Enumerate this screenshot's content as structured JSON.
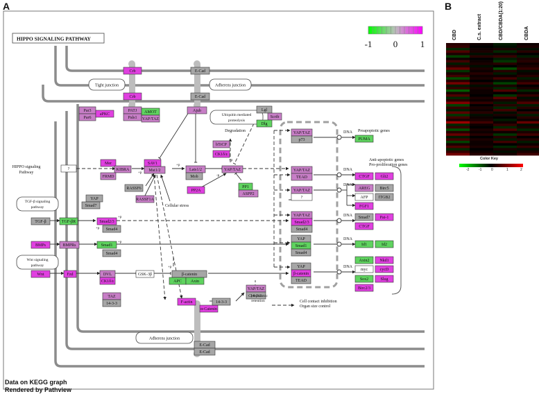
{
  "panels": {
    "a": "A",
    "b": "B"
  },
  "pathway_title": "HIPPO SIGNALING PATHWAY",
  "legend": {
    "min": "-1",
    "mid": "0",
    "max": "1",
    "low_color": "#00ff00",
    "mid_color": "#bebebe",
    "high_color": "#ff00ff"
  },
  "footer": {
    "line1": "Data on KEGG graph",
    "line2": "Rendered by Pathview"
  },
  "colors": {
    "magenta": "#e040e0",
    "purple": "#c77ec6",
    "gray": "#a6a6a6",
    "green": "#5fd35f",
    "white": "#ffffff"
  },
  "gene_boxes": [
    {
      "label": "Crb",
      "c": "magenta"
    },
    {
      "label": "Crb",
      "c": "magenta"
    },
    {
      "label": "E-Cad",
      "c": "gray"
    },
    {
      "label": "E-Cad",
      "c": "gray"
    },
    {
      "label": "Par3",
      "c": "purple"
    },
    {
      "label": "Par6",
      "c": "purple"
    },
    {
      "label": "aPKC",
      "c": "magenta"
    },
    {
      "label": "PATJ",
      "c": "purple"
    },
    {
      "label": "Pals1",
      "c": "purple"
    },
    {
      "label": "AMOT",
      "c": "green"
    },
    {
      "label": "YAP/TAZ",
      "c": "purple"
    },
    {
      "label": "Ajub",
      "c": "purple"
    },
    {
      "label": "Lgl",
      "c": "gray"
    },
    {
      "label": "Scrib",
      "c": "purple"
    },
    {
      "label": "Dlg",
      "c": "green"
    },
    {
      "label": "bTrCP",
      "c": "purple"
    },
    {
      "label": "CK1δ/ε",
      "c": "magenta"
    },
    {
      "label": "Mer",
      "c": "magenta"
    },
    {
      "label": "KIBRA",
      "c": "purple"
    },
    {
      "label": "FRMD",
      "c": "purple"
    },
    {
      "label": "SAV1",
      "c": "magenta"
    },
    {
      "label": "Mst1/2",
      "c": "purple"
    },
    {
      "label": "Lats1/2",
      "c": "purple"
    },
    {
      "label": "Mob",
      "c": "gray"
    },
    {
      "label": "RASSF6",
      "c": "gray"
    },
    {
      "label": "RASSF1A",
      "c": "purple"
    },
    {
      "label": "PP2A",
      "c": "magenta"
    },
    {
      "label": "YAP/TAZ",
      "c": "purple"
    },
    {
      "label": "PP1",
      "c": "green"
    },
    {
      "label": "ASPP2",
      "c": "purple"
    },
    {
      "label": "YAP/TAZ",
      "c": "purple"
    },
    {
      "label": "p73",
      "c": "gray"
    },
    {
      "label": "PUMA",
      "c": "green"
    },
    {
      "label": "YAP/TAZ",
      "c": "purple"
    },
    {
      "label": "TEAD",
      "c": "purple"
    },
    {
      "label": "YAP/TAZ",
      "c": "purple"
    },
    {
      "label": "?",
      "c": "white"
    },
    {
      "label": "CTGF",
      "c": "magenta"
    },
    {
      "label": "Gli2",
      "c": "magenta"
    },
    {
      "label": "AREG",
      "c": "purple"
    },
    {
      "label": "Birc5",
      "c": "gray"
    },
    {
      "label": "AFP",
      "c": "white"
    },
    {
      "label": "ITGB2",
      "c": "gray"
    },
    {
      "label": "FGF1",
      "c": "magenta"
    },
    {
      "label": "YAP/TAZ",
      "c": "purple"
    },
    {
      "label": "Smad2/3",
      "c": "magenta"
    },
    {
      "label": "Smad4",
      "c": "gray"
    },
    {
      "label": "Smad7",
      "c": "gray"
    },
    {
      "label": "Pai-1",
      "c": "magenta"
    },
    {
      "label": "CTGF",
      "c": "magenta"
    },
    {
      "label": "YAP",
      "c": "gray"
    },
    {
      "label": "Smad1",
      "c": "green"
    },
    {
      "label": "Smad4",
      "c": "gray"
    },
    {
      "label": "Id1",
      "c": "green"
    },
    {
      "label": "Id2",
      "c": "green"
    },
    {
      "label": "YAP",
      "c": "gray"
    },
    {
      "label": "β-catenin",
      "c": "magenta"
    },
    {
      "label": "TEAD",
      "c": "gray"
    },
    {
      "label": "Axin2",
      "c": "green"
    },
    {
      "label": "Nkd1",
      "c": "magenta"
    },
    {
      "label": "myc",
      "c": "white"
    },
    {
      "label": "cycD",
      "c": "magenta"
    },
    {
      "label": "Sox2",
      "c": "green"
    },
    {
      "label": "Slug",
      "c": "magenta"
    },
    {
      "label": "Birc2/3",
      "c": "magenta"
    },
    {
      "label": "?",
      "c": "white"
    },
    {
      "label": "YAP",
      "c": "gray"
    },
    {
      "label": "Smad7",
      "c": "gray"
    },
    {
      "label": "TGF-β",
      "c": "gray"
    },
    {
      "label": "TGF-βR",
      "c": "green"
    },
    {
      "label": "Smad2/3",
      "c": "magenta"
    },
    {
      "label": "Smad4",
      "c": "gray"
    },
    {
      "label": "BMPs",
      "c": "magenta"
    },
    {
      "label": "BMPRs",
      "c": "purple"
    },
    {
      "label": "Smad1",
      "c": "green"
    },
    {
      "label": "Smad4",
      "c": "gray"
    },
    {
      "label": "Wnt",
      "c": "magenta"
    },
    {
      "label": "Fzd",
      "c": "magenta"
    },
    {
      "label": "DVL",
      "c": "purple"
    },
    {
      "label": "CK1δ/ε",
      "c": "magenta"
    },
    {
      "label": "TAZ",
      "c": "purple"
    },
    {
      "label": "14-3-3",
      "c": "gray"
    },
    {
      "label": "GSK-3β",
      "c": "white"
    },
    {
      "label": "β-catenin",
      "c": "gray"
    },
    {
      "label": "APC",
      "c": "green"
    },
    {
      "label": "Axin",
      "c": "green"
    },
    {
      "label": "F-actin",
      "c": "magenta"
    },
    {
      "label": "α-Catenin",
      "c": "magenta"
    },
    {
      "label": "14-3-3",
      "c": "gray"
    },
    {
      "label": "YAP/TAZ",
      "c": "purple"
    },
    {
      "label": "14-3-3",
      "c": "gray"
    },
    {
      "label": "E-Cad",
      "c": "gray"
    },
    {
      "label": "E-Cad",
      "c": "gray"
    }
  ],
  "text_labels": [
    "Tight junction",
    "Adherens junction",
    "Ubiquitin mediated",
    "proteolysis",
    "Degradation",
    "DNA",
    "DNA",
    "DNA",
    "DNA",
    "DNA",
    "DNA",
    "Proapoptotic genes",
    "Anti-apoptotic genes",
    "Pro-proliferation genes",
    "HIPPO signaling",
    "Pathway",
    "TGF-β signaling",
    "pathway",
    "Wnt signaling",
    "pathway",
    "+p",
    "+p",
    "-p",
    "+p",
    "+p",
    "+p",
    "+p",
    "+p",
    "Cellular stress",
    "Cytoplasmic",
    "retention",
    "Cell contact inhibition",
    "Organ size control",
    "Adherens junction"
  ],
  "heatmap": {
    "columns": [
      "CBD",
      "C.s. extract",
      "CBD/CBDA(1:20)",
      "CBDA"
    ],
    "values": [
      [
        0.3,
        0.1,
        -0.2,
        0.1
      ],
      [
        0.4,
        0.0,
        -0.1,
        0.2
      ],
      [
        -0.3,
        0.1,
        0.2,
        -0.1
      ],
      [
        0.6,
        0.2,
        -0.3,
        0.3
      ],
      [
        0.2,
        -0.1,
        0.1,
        0.0
      ],
      [
        -0.5,
        0.3,
        0.4,
        -0.2
      ],
      [
        0.1,
        0.0,
        -0.2,
        0.2
      ],
      [
        0.5,
        0.1,
        -0.4,
        0.3
      ],
      [
        -0.2,
        0.2,
        0.3,
        0.1
      ],
      [
        0.3,
        -0.1,
        0.0,
        0.2
      ],
      [
        0.8,
        0.2,
        -0.6,
        0.4
      ],
      [
        -0.4,
        0.1,
        0.3,
        -0.1
      ],
      [
        0.2,
        0.3,
        -0.2,
        0.1
      ],
      [
        0.5,
        0.1,
        0.1,
        0.3
      ],
      [
        -0.6,
        0.2,
        0.5,
        -0.2
      ],
      [
        0.3,
        0.0,
        -0.1,
        0.2
      ],
      [
        0.9,
        0.3,
        -0.5,
        0.5
      ],
      [
        -0.2,
        -0.1,
        0.2,
        0.0
      ],
      [
        0.4,
        0.2,
        -0.3,
        0.2
      ],
      [
        -0.7,
        0.1,
        0.6,
        -0.3
      ],
      [
        0.2,
        0.1,
        0.0,
        0.1
      ],
      [
        0.6,
        0.0,
        -0.4,
        0.4
      ],
      [
        -0.3,
        0.2,
        0.7,
        -0.1
      ],
      [
        0.3,
        0.1,
        0.2,
        0.2
      ],
      [
        1.0,
        0.4,
        -0.2,
        0.6
      ],
      [
        -0.5,
        0.0,
        0.3,
        -0.2
      ],
      [
        0.4,
        0.2,
        -0.3,
        0.3
      ],
      [
        -0.2,
        0.1,
        0.5,
        0.0
      ],
      [
        0.7,
        0.3,
        -0.1,
        0.4
      ],
      [
        -0.4,
        -0.1,
        0.2,
        -0.2
      ],
      [
        0.5,
        0.1,
        0.0,
        0.3
      ],
      [
        0.2,
        0.2,
        -0.2,
        0.1
      ],
      [
        1.2,
        0.5,
        0.1,
        0.8
      ],
      [
        -0.3,
        0.1,
        0.4,
        -0.1
      ],
      [
        0.4,
        0.0,
        -0.3,
        0.2
      ],
      [
        -0.6,
        0.2,
        0.6,
        -0.3
      ],
      [
        0.3,
        0.1,
        0.1,
        0.2
      ],
      [
        0.8,
        0.3,
        -0.4,
        0.5
      ],
      [
        -0.2,
        0.0,
        0.3,
        0.0
      ],
      [
        0.5,
        0.2,
        -0.2,
        0.3
      ],
      [
        -0.5,
        0.1,
        0.5,
        -0.2
      ],
      [
        0.2,
        0.1,
        0.0,
        0.1
      ],
      [
        0.6,
        0.2,
        -0.3,
        0.4
      ],
      [
        -0.3,
        0.0,
        0.2,
        -0.1
      ],
      [
        0.4,
        0.1,
        -0.1,
        0.2
      ],
      [
        0.9,
        0.3,
        0.2,
        0.5
      ]
    ]
  },
  "color_key": {
    "title": "Color Key",
    "ticks": [
      "-2",
      "-1",
      "0",
      "1",
      "2"
    ],
    "low_color": "#00ff00",
    "mid_color": "#000000",
    "high_color": "#ff0000"
  }
}
